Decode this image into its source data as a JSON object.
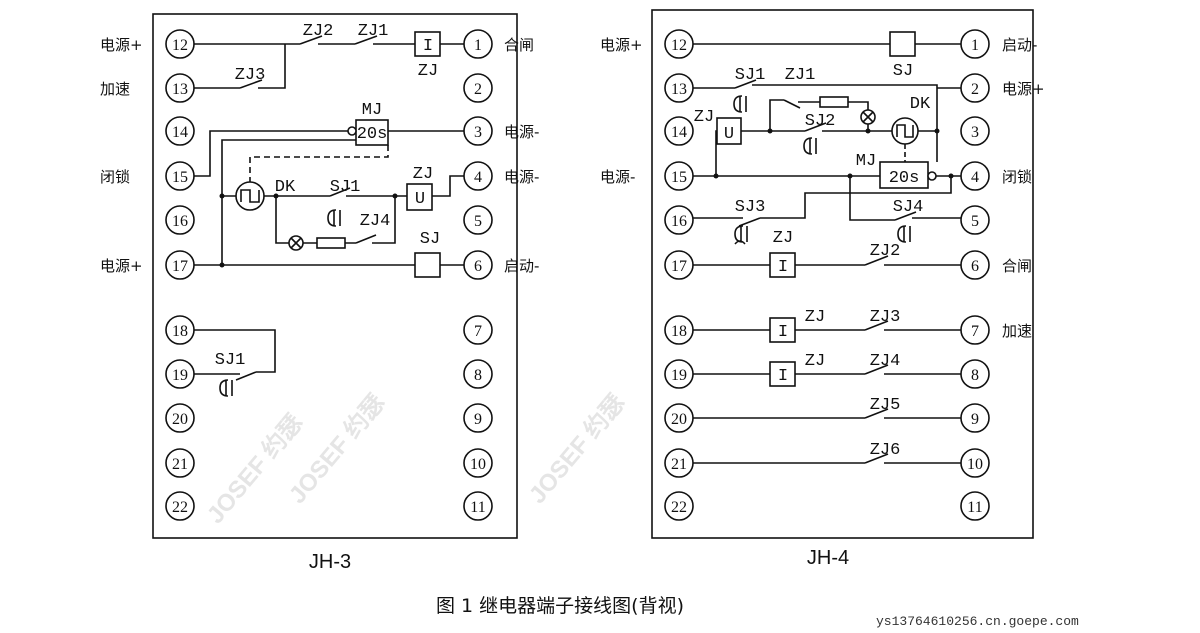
{
  "jh3": {
    "caption": "JH-3",
    "left_terminals": [
      "12",
      "13",
      "14",
      "15",
      "16",
      "17",
      "18",
      "19",
      "20",
      "21",
      "22"
    ],
    "right_terminals": [
      "1",
      "2",
      "3",
      "4",
      "5",
      "6",
      "7",
      "8",
      "9",
      "10",
      "11"
    ],
    "side_labels": {
      "t12": "电源+",
      "t13": "加速",
      "t15": "闭锁",
      "t17": "电源+",
      "t1": "合闸",
      "t3": "电源-",
      "t4": "电源-",
      "t6": "启动-"
    },
    "components": {
      "zj2": "ZJ2",
      "zj1": "ZJ1",
      "i": "I",
      "zj": "ZJ",
      "zj3": "ZJ3",
      "mj": "MJ",
      "mj_time": "20s",
      "dk": "DK",
      "sj1": "SJ1",
      "zj_u_label": "ZJ",
      "u": "U",
      "zj4": "ZJ4",
      "sj": "SJ",
      "sj1_b": "SJ1"
    }
  },
  "jh4": {
    "caption": "JH-4",
    "left_terminals": [
      "12",
      "13",
      "14",
      "15",
      "16",
      "17",
      "18",
      "19",
      "20",
      "21",
      "22"
    ],
    "right_terminals": [
      "1",
      "2",
      "3",
      "4",
      "5",
      "6",
      "7",
      "8",
      "9",
      "10",
      "11"
    ],
    "side_labels": {
      "t12": "电源+",
      "t15": "电源-",
      "t1": "启动-",
      "t2": "电源+",
      "t4": "闭锁",
      "t6": "合闸",
      "t7": "加速"
    },
    "components": {
      "sj": "SJ",
      "sj1": "SJ1",
      "zj1": "ZJ1",
      "zj_u_label": "ZJ",
      "u": "U",
      "sj2": "SJ2",
      "dk": "DK",
      "mj": "MJ",
      "mj_time": "20s",
      "sj3": "SJ3",
      "sj4": "SJ4",
      "zj_a": "ZJ",
      "i_a": "I",
      "zj2": "ZJ2",
      "zj_b": "ZJ",
      "i_b": "I",
      "zj3": "ZJ3",
      "zj_c": "ZJ",
      "i_c": "I",
      "zj4": "ZJ4",
      "zj5": "ZJ5",
      "zj6": "ZJ6"
    }
  },
  "figure_title": "图 1  继电器端子接线图(背视)",
  "watermark_text": "JOSEF 约瑟",
  "footer_url": "ys13764610256.cn.goepe.com"
}
